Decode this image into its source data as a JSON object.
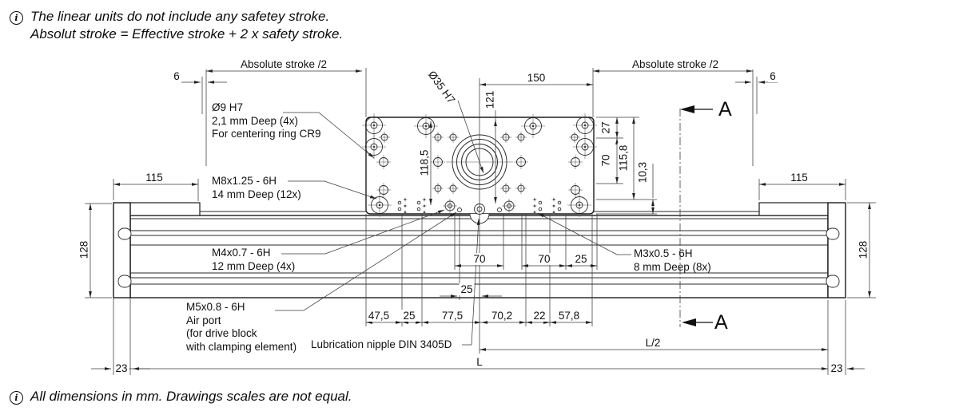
{
  "notes": {
    "info_symbol": "i",
    "top_line1": "The linear units do not include any safetey stroke.",
    "top_line2": "Absolut stroke = Effective stroke + 2 x safety stroke.",
    "bottom": "All dimensions in mm. Drawings scales are not equal."
  },
  "section": {
    "label": "A"
  },
  "dims": {
    "abs_stroke_half": "Absolute stroke /2",
    "six": "6",
    "d150": "150",
    "d121": "121",
    "dia35": "Ø35 H7",
    "d27": "27",
    "d70": "70",
    "d115_8": "115,8",
    "d10_3": "10,3",
    "d118_5": "118,5",
    "d115": "115",
    "d128": "128",
    "d23": "23",
    "d25": "25",
    "d47_5": "47,5",
    "d77_5": "77,5",
    "d70_2": "70,2",
    "d22": "22",
    "d57_8": "57,8",
    "L": "L",
    "L_half": "L/2"
  },
  "callouts": {
    "o9": [
      "Ø9 H7",
      "2,1 mm Deep (4x)",
      "For centering ring CR9"
    ],
    "m8": [
      "M8x1.25 - 6H",
      "14 mm Deep (12x)"
    ],
    "m4": [
      "M4x0.7 - 6H",
      "12 mm Deep (4x)"
    ],
    "m5": [
      "M5x0.8 - 6H",
      "Air port",
      "(for drive block",
      "with clamping element)"
    ],
    "m3": [
      "M3x0.5 - 6H",
      "8 mm Deep (8x)"
    ],
    "lub": "Lubrication nipple DIN 3405D"
  }
}
